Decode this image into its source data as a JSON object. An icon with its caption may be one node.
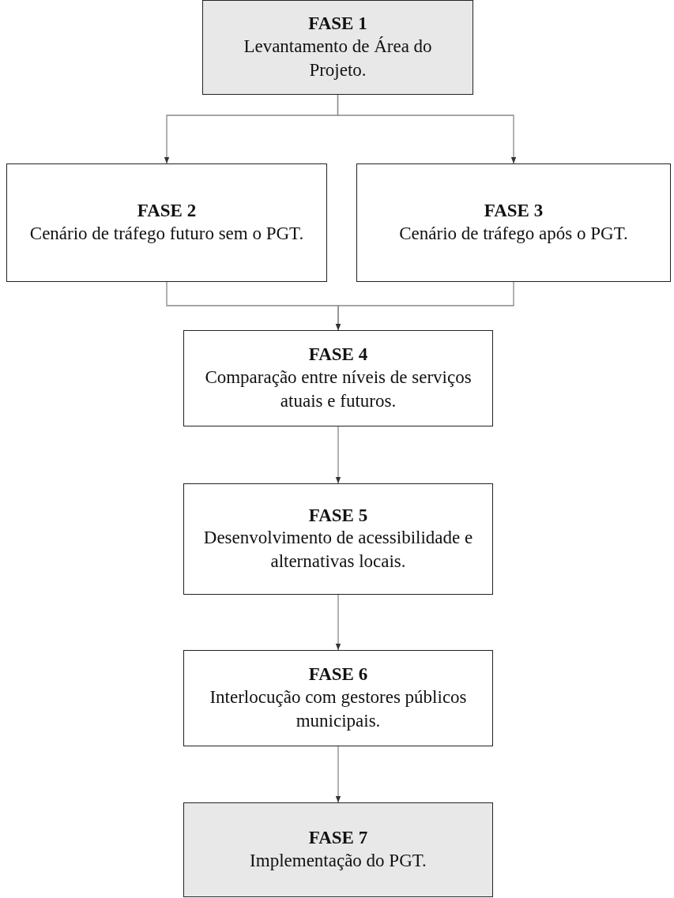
{
  "diagram": {
    "nodes": [
      {
        "text": [
          "FASE 1",
          "Levantamento de Área do Projeto."
        ]
      },
      {
        "text": [
          "FASE 2",
          "Cenário de tráfego futuro sem o PGT."
        ]
      },
      {
        "text": [
          "FASE 3",
          "Cenário de tráfego após o PGT."
        ]
      },
      {
        "text": [
          "FASE 4",
          "Comparação entre níveis de serviços atuais e futuros."
        ]
      },
      {
        "text": [
          "FASE 5",
          "Desenvolvimento de acessibilidade e alternativas locais."
        ]
      },
      {
        "text": [
          "FASE 6",
          "Interlocução com gestores públicos municipais."
        ]
      },
      {
        "text": [
          "FASE 7",
          "Implementação do PGT."
        ]
      }
    ],
    "edges": [
      {
        "from": 0,
        "to": 1,
        "arrow": "to"
      },
      {
        "from": 0,
        "to": 2,
        "arrow": "to"
      },
      {
        "from": 1,
        "to": 3,
        "arrow": "to"
      },
      {
        "from": 2,
        "to": 3,
        "arrow": "to"
      },
      {
        "from": 3,
        "to": 4,
        "arrow": "to"
      },
      {
        "from": 4,
        "to": 5,
        "arrow": "to"
      },
      {
        "from": 5,
        "to": 6,
        "arrow": "to"
      }
    ]
  }
}
